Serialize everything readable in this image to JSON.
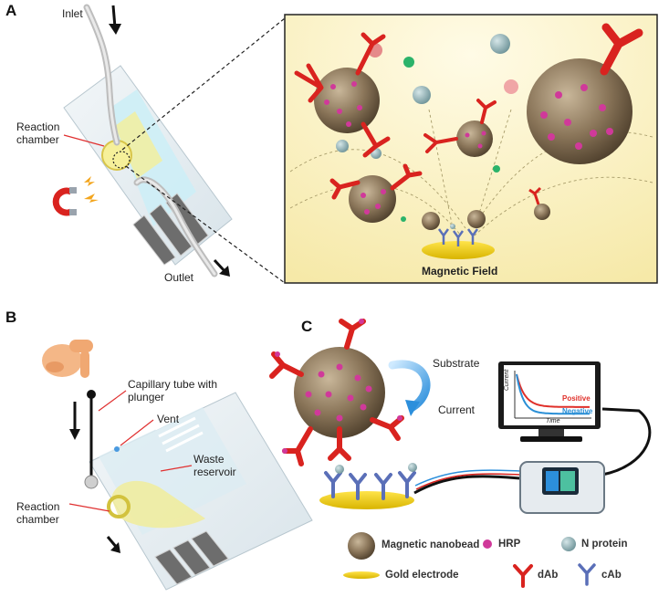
{
  "panels": {
    "A": {
      "letter": "A",
      "inlet": "Inlet",
      "outlet": "Outlet",
      "reaction_chamber_line1": "Reaction",
      "reaction_chamber_line2": "chamber",
      "inset_caption": "Magnetic Field"
    },
    "B": {
      "letter": "B",
      "capillary_line1": "Capillary tube with",
      "capillary_line2": "plunger",
      "vent": "Vent",
      "waste_line1": "Waste",
      "waste_line2": "reservoir",
      "reaction_chamber_line1": "Reaction",
      "reaction_chamber_line2": "chamber"
    },
    "C": {
      "letter": "C",
      "substrate": "Substrate",
      "current": "Current",
      "plot": {
        "ylabel": "Current",
        "xlabel": "Time",
        "series_positive": "Positive",
        "series_negative": "Negative",
        "positive_color": "#e0302a",
        "negative_color": "#2a8fd6"
      }
    }
  },
  "legend": {
    "magnetic_nanobead": "Magnetic nanobead",
    "hrp": "HRP",
    "n_protein": "N protein",
    "gold_electrode": "Gold electrode",
    "dab": "dAb",
    "cab": "cAb"
  },
  "colors": {
    "bead": "#8a7559",
    "hrp": "#d0399a",
    "n_protein": "#8fb2b8",
    "gold": "#f2cf0a",
    "dab": "#d9231f",
    "cab": "#5a6fb8",
    "inset_bg": "#fbf3c8"
  },
  "icons": [
    "hand-icon",
    "magnet-icon",
    "monitor-icon",
    "potentiostat-icon",
    "arrow-icon"
  ]
}
